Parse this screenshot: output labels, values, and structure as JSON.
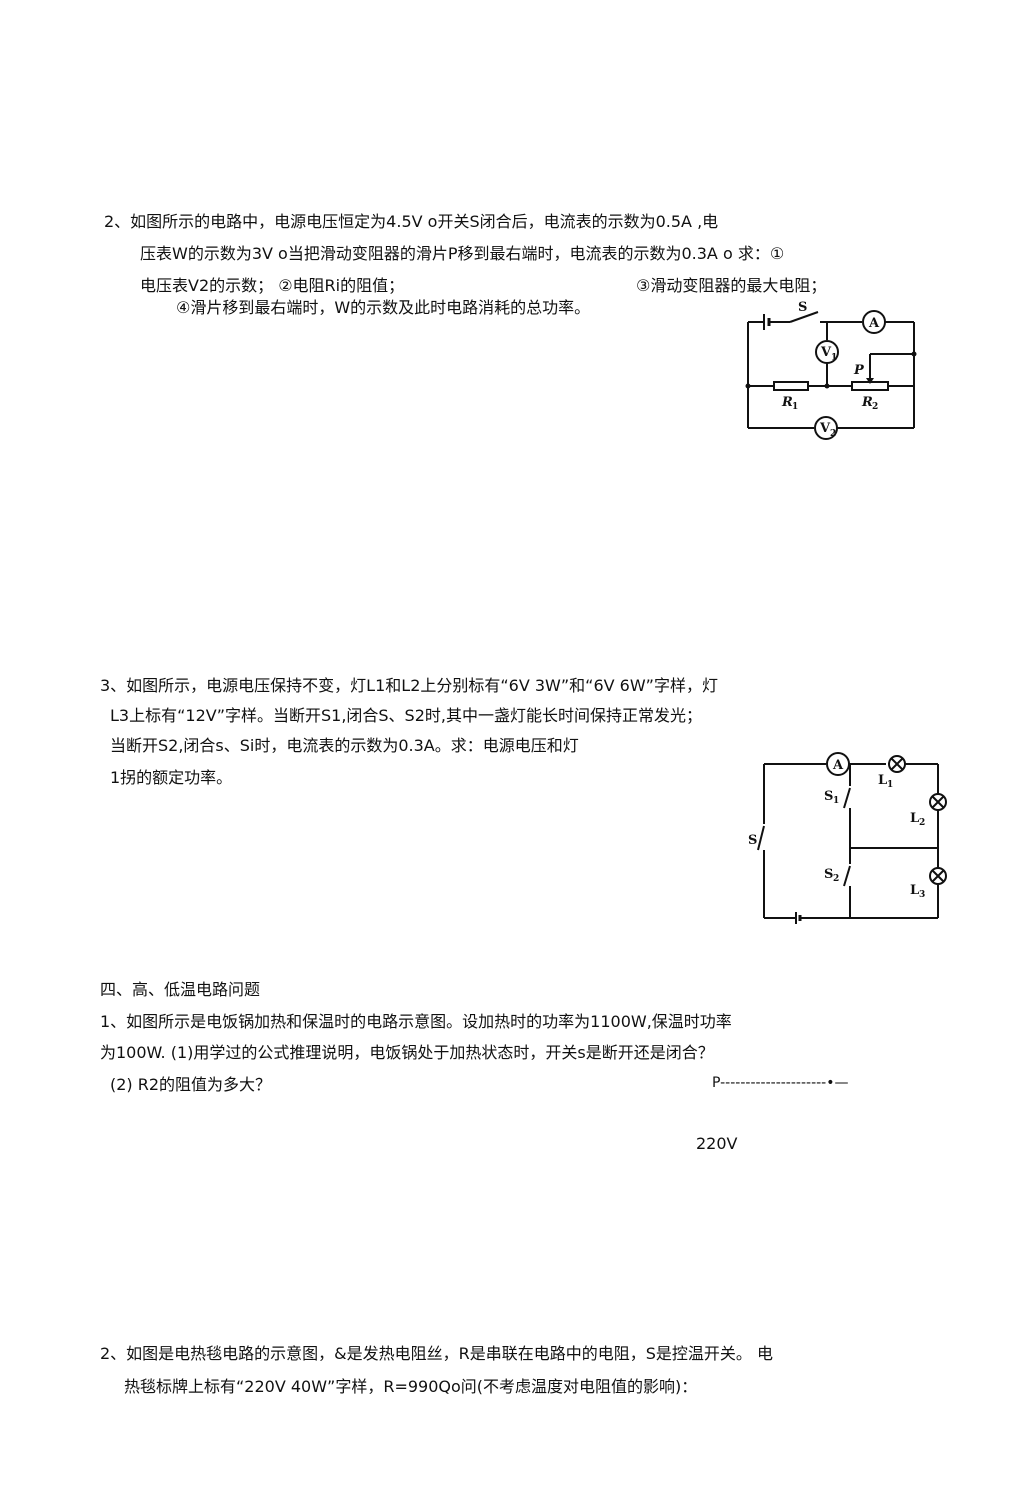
{
  "q2": {
    "line1": "2、如图所示的电路中，电源电压恒定为4.5V o开关S闭合后，电流表的示数为0.5A ,电",
    "line2": "压表W的示数为3V o当把滑动变阻器的滑片P移到最右端时，电流表的示数为0.3A o 求：①",
    "line3a": "电压表V2的示数；  ②电阻Ri的阻值；",
    "line3b": "③滑动变阻器的最大电阻；",
    "line4": "④滑片移到最右端时，W的示数及此时电路消耗的总功率。",
    "circuit_labels": {
      "switch": "S",
      "ammeter": "A",
      "voltmeter1": "V",
      "voltmeter1_sub": "1",
      "slider": "P",
      "r1": "R",
      "r1_sub": "1",
      "r2": "R",
      "r2_sub": "2",
      "voltmeter2": "V",
      "voltmeter2_sub": "2"
    }
  },
  "q3": {
    "line1": "3、如图所示，电源电压保持不变，灯L1和L2上分别标有“6V 3W”和“6V 6W”字样，灯",
    "line2": "L3上标有“12V”字样。当断开S1,闭合S、S2时,其中一盏灯能长时间保持正常发光；",
    "line3": "当断开S2,闭合s、Si时，电流表的示数为0.3A。求：电源电压和灯",
    "line4": "1拐的额定功率。",
    "circuit_labels": {
      "ammeter": "A",
      "l1": "L",
      "l1_sub": "1",
      "s1": "S",
      "s1_sub": "1",
      "l2": "L",
      "l2_sub": "2",
      "s": "S",
      "s2": "S",
      "s2_sub": "2",
      "l3": "L",
      "l3_sub": "3"
    }
  },
  "section4": {
    "heading": "四、高、低温电路问题",
    "q1": {
      "line1": "1、如图所示是电饭锅加热和保温时的电路示意图。设加热时的功率为1100W,保温时功率",
      "line2": "为100W. (1)用学过的公式推理说明，电饭锅处于加热状态时，开关s是断开还是闭合？",
      "line3": "(2) R2的阻值为多大？",
      "diagram_text": "P---------------------•—",
      "voltage": "220V"
    },
    "q2": {
      "line1": "2、如图是电热毯电路的示意图，&是发热电阻丝，R是串联在电路中的电阻，S是控温开关。  电",
      "line2": "热毯标牌上标有“220V 40W”字样，R=990Qo问(不考虑温度对电阻值的影响)："
    }
  }
}
